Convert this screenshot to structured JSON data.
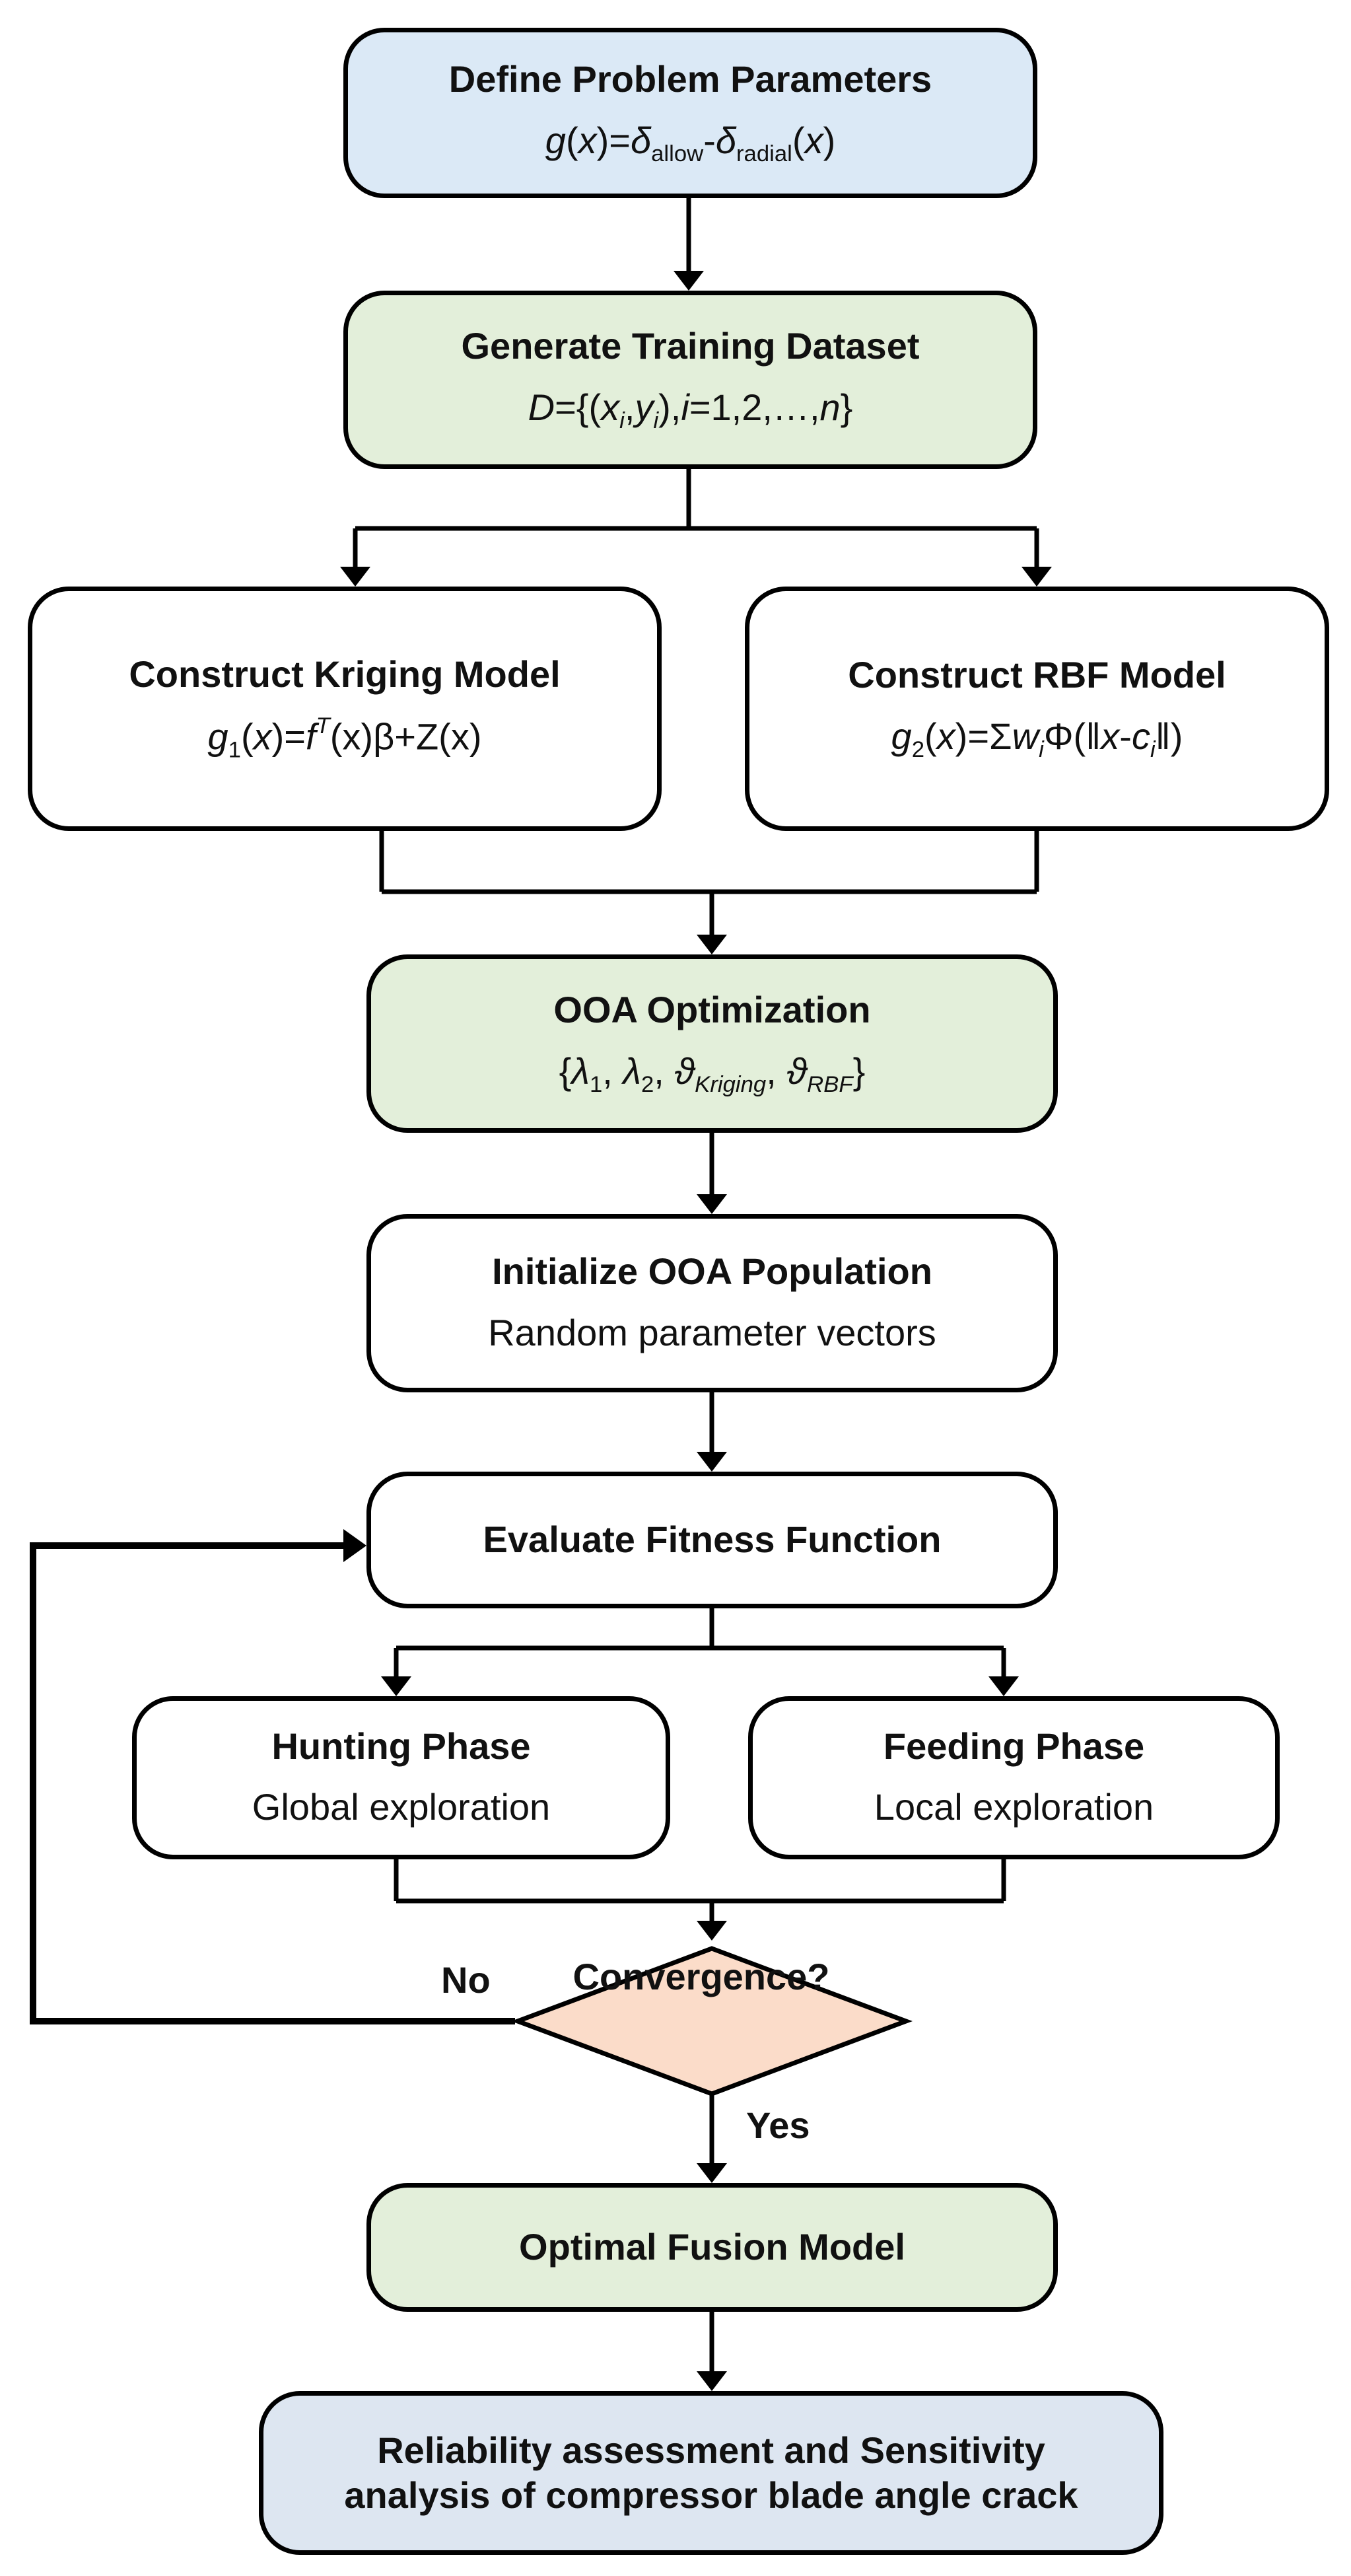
{
  "nodes": {
    "define": {
      "title": "Define Problem Parameters",
      "formula": {
        "g": "g",
        "x1": "x",
        "eq": "=",
        "d1": "δ",
        "s1": "allow",
        "minus": "-",
        "d2": "δ",
        "s2": "radial",
        "x2": "x"
      }
    },
    "generate": {
      "title": "Generate Training Dataset",
      "formula": {
        "D": "D",
        "open": "={(",
        "x": "x",
        "xi": "i",
        "comma": ",",
        "y": "y",
        "yi": "i",
        "mid": "),",
        "i": "i",
        "tail": "=1,2,…,",
        "n": "n",
        "close": "}"
      }
    },
    "kriging": {
      "title": "Construct Kriging Model",
      "formula": {
        "g": "g",
        "sub": "1",
        "x": "x",
        "eq": ")=",
        "f": "f",
        "T": "T",
        "rest": "(x)β+Z(x)"
      }
    },
    "rbf": {
      "title": "Construct RBF Model",
      "formula": {
        "g": "g",
        "sub": "2",
        "x": "x",
        "eq": ")=Σ",
        "w": "w",
        "wi": "i",
        "phi": "Φ(‖",
        "x2": "x",
        "minus": "-",
        "c": "c",
        "ci": "i",
        "close": "‖)"
      }
    },
    "ooa": {
      "title": "OOA Optimization",
      "formula": {
        "open": "{",
        "l1": "λ",
        "l1s": "1",
        "l2": "λ",
        "l2s": "2",
        "t1": "ϑ",
        "t1s": "Kriging",
        "t2": "ϑ",
        "t2s": "RBF",
        "close": "}",
        "sep": ", "
      }
    },
    "init": {
      "title": "Initialize OOA Population",
      "subtitle": "Random parameter vectors"
    },
    "fitness": {
      "title": "Evaluate Fitness Function"
    },
    "hunting": {
      "title": "Hunting Phase",
      "subtitle": "Global exploration"
    },
    "feeding": {
      "title": "Feeding Phase",
      "subtitle": "Local exploration"
    },
    "convergence": {
      "title": "Convergence?"
    },
    "optimal": {
      "title": "Optimal Fusion Model"
    },
    "reliability": {
      "title": "Reliability assessment and Sensitivity analysis of compressor blade angle crack"
    }
  },
  "edges": {
    "no_label": "No",
    "yes_label": "Yes"
  },
  "colors": {
    "define_fill": "#dbe9f6",
    "green_fill": "#e3efda",
    "decision_fill": "#fbdcc9",
    "final_fill": "#dde6f1",
    "line": "#000000"
  }
}
